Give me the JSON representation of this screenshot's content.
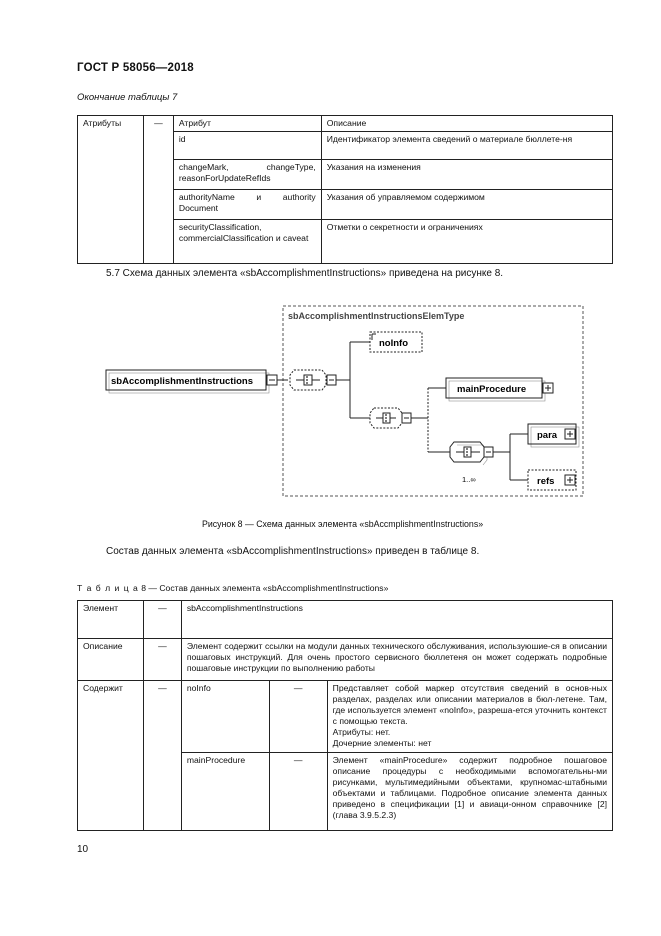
{
  "header": {
    "standard": "ГОСТ Р 58056—2018"
  },
  "table7": {
    "caption": "Окончание таблицы 7",
    "row_label": "Атрибуты",
    "dash": "—",
    "col_attr": "Атрибут",
    "col_desc": "Описание",
    "rows": [
      {
        "attr": "id",
        "desc": "Идентификатор элемента сведений о материале бюллете-ня"
      },
      {
        "attr": "changeMark, changeType, reasonForUpdateRefIds",
        "desc": "Указания на изменения"
      },
      {
        "attr": "authorityName и authority Document",
        "desc": "Указания об управляемом содержимом"
      },
      {
        "attr": "securityClassification, commercialClassification и caveat",
        "desc": "Отметки о секретности и ограничениях"
      }
    ]
  },
  "section_57": "5.7 Схема данных элемента «sbAccomplishmentInstructions» приведена на рисунке 8.",
  "diagram": {
    "group_type": "sbAccomplishmentInstructionsElemType",
    "root": "sbAccomplishmentInstructions",
    "noinfo": "noInfo",
    "mainprocedure": "mainProcedure",
    "para": "para",
    "refs": "refs",
    "occurs": "1..∞"
  },
  "figure_caption": "Рисунок 8 — Схема данных элемента «sbAccmplishmentInstructions»",
  "para_sostav": "Состав данных элемента «sbAccomplishmentInstructions» приведен в таблице 8.",
  "table8": {
    "caption_spaced": "Т а б л и ц а",
    "caption_rest": "8 — Состав данных элемента «sbAccomplishmentInstructions»",
    "dash": "—",
    "element_label": "Элемент",
    "element_value": "sbAccomplishmentInstructions",
    "description_label": "Описание",
    "description_value": "Элемент содержит ссылки на модули данных технического обслуживания, используюшие-ся в описании пошаговых инструкций. Для очень простого сервисного бюллетеня он может содержать подробные пошаговые инструкции по выполнению работы",
    "contains_label": "Содержит",
    "children": [
      {
        "name": "noInfo",
        "desc": "Представляет собой маркер отсутствия сведений в основ-ных разделах, разделах или описании материалов в бюл-летене. Там, где используется элемент «noInfo», разреша-ется уточнить контекст с помощью текста.",
        "attrs": "Атрибуты: нет.",
        "children_note": "Дочерние элементы: нет"
      },
      {
        "name": "mainProcedure",
        "desc": "Элемент «mainProcedure» содержит подробное пошаговое описание процедуры с необходимыми вспомогательны-ми рисунками, мультимедийными объектами, крупномас-штабными объектами и таблицами. Подробное описание элемента данных приведено в спецификации [1] и авиаци-онном справочнике [2] (глава 3.9.5.2.3)"
      }
    ]
  },
  "page_number": "10"
}
